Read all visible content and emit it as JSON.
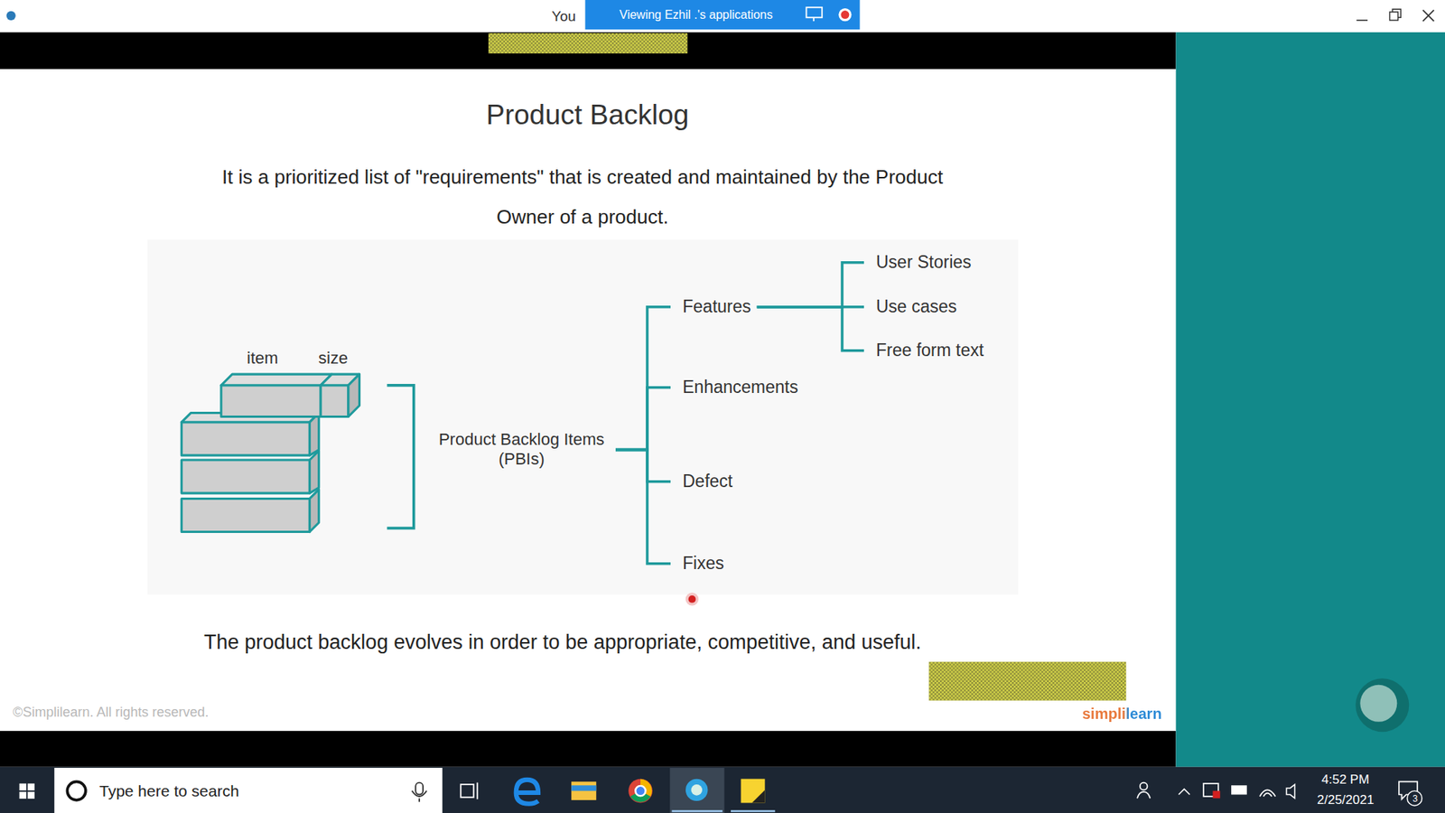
{
  "diagram": {
    "title": "Product Backlog",
    "caption": "The product backlog evolves in order to be appropriate, competitive, and useful.",
    "nodes": [
      {
        "text": [
          "Product Backlog Items (PBIs)"
        ]
      },
      {
        "text": [
          "Features"
        ]
      },
      {
        "text": [
          "User Stories"
        ]
      },
      {
        "text": [
          "Use cases"
        ]
      },
      {
        "text": [
          "Free form text"
        ]
      },
      {
        "text": [
          "Enhancements"
        ]
      },
      {
        "text": [
          "Defect"
        ]
      },
      {
        "text": [
          "Fixes"
        ]
      }
    ],
    "edges": [
      {
        "from": 0,
        "to": 1,
        "arrow": "none"
      },
      {
        "from": 0,
        "to": 5,
        "arrow": "none"
      },
      {
        "from": 0,
        "to": 6,
        "arrow": "none"
      },
      {
        "from": 0,
        "to": 7,
        "arrow": "none"
      },
      {
        "from": 1,
        "to": 2,
        "arrow": "none"
      },
      {
        "from": 1,
        "to": 3,
        "arrow": "none"
      },
      {
        "from": 1,
        "to": 4,
        "arrow": "none"
      }
    ],
    "labels": [
      "You",
      "Viewing Ezhil .'s applications",
      "It is a prioritized list of \"requirements\" that is created and maintained by the Product Owner of a product.",
      "item",
      "size",
      "©Simplilearn. All rights reserved.",
      "simplilearn",
      "Type here to search",
      "4:52 PM",
      "2/25/2021",
      "3"
    ]
  }
}
